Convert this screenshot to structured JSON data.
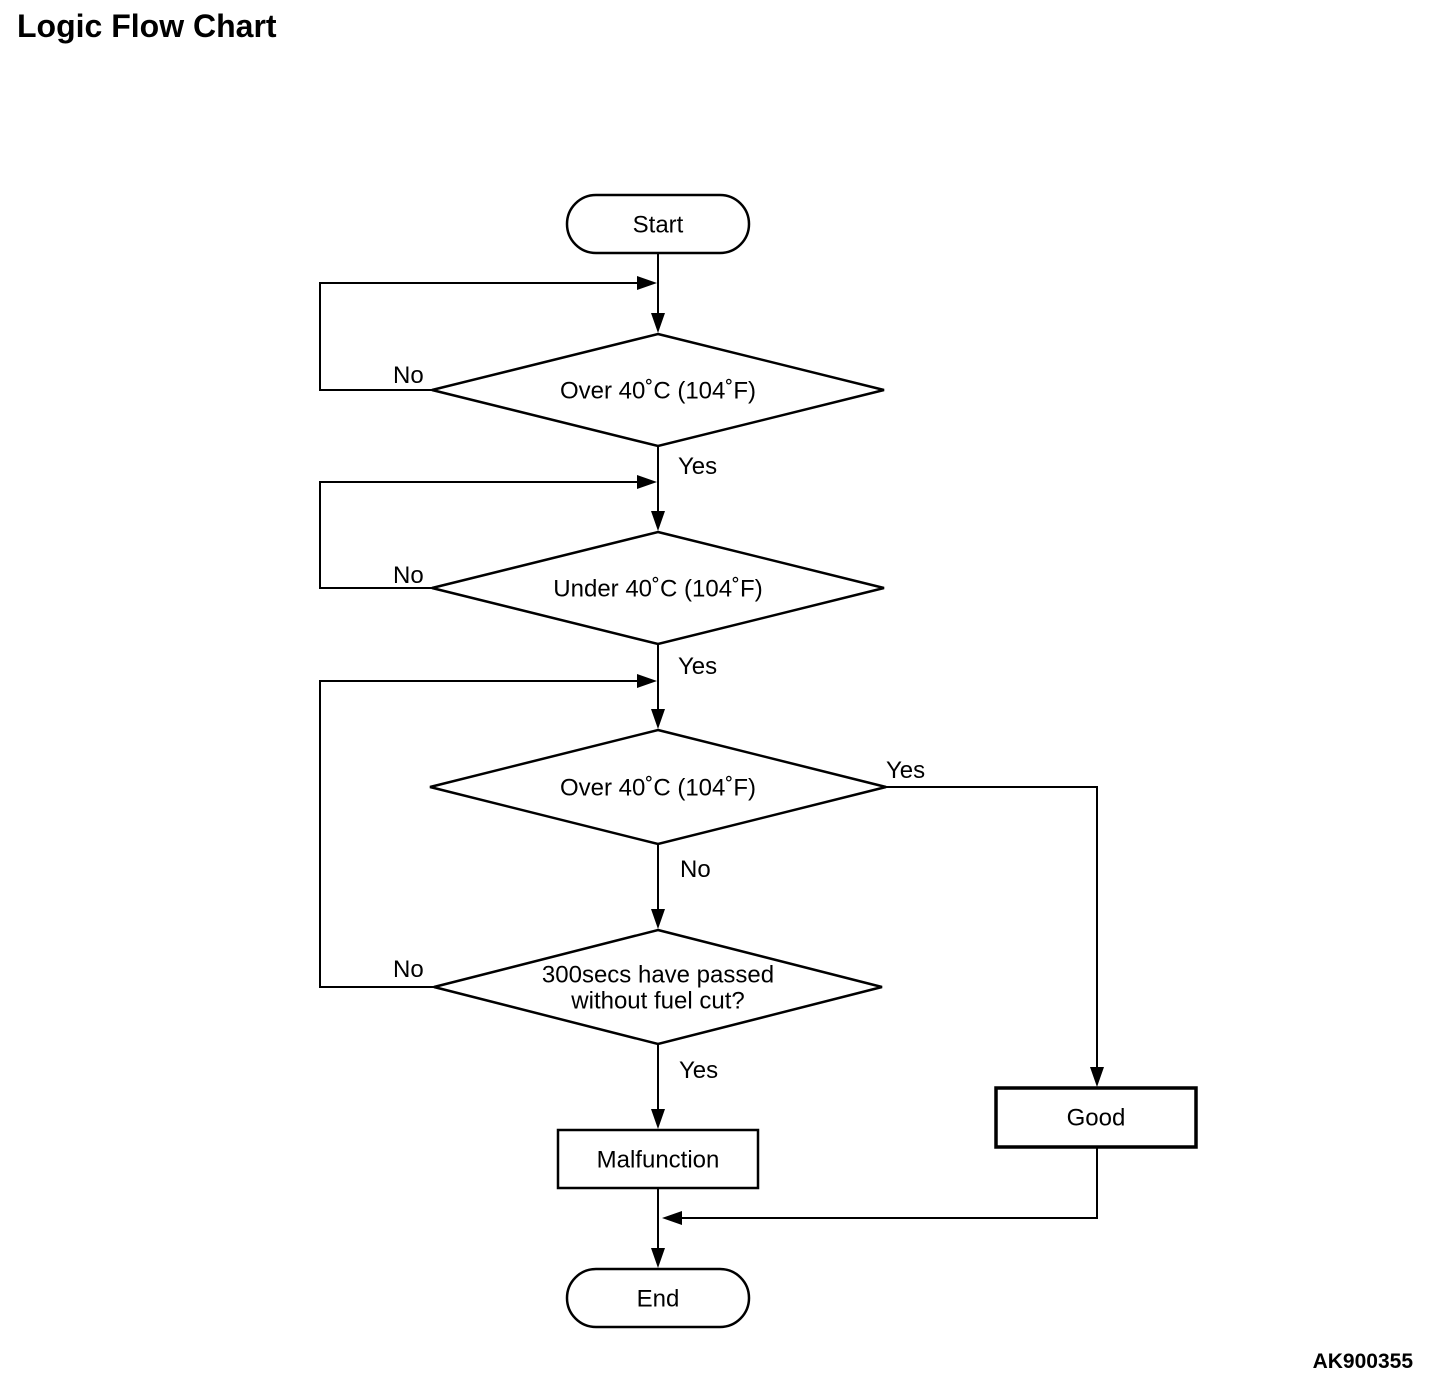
{
  "title": "Logic Flow Chart",
  "figure_code": "AK900355",
  "colors": {
    "ink": "#000000",
    "paper": "#ffffff"
  },
  "nodes": {
    "start": {
      "type": "terminator",
      "label": "Start"
    },
    "d1": {
      "type": "decision",
      "label": "Over 40˚C (104˚F)"
    },
    "d2": {
      "type": "decision",
      "label": "Under 40˚C (104˚F)"
    },
    "d3": {
      "type": "decision",
      "label": "Over 40˚C (104˚F)"
    },
    "d4": {
      "type": "decision",
      "line1": "300secs have passed",
      "line2": "without fuel cut?"
    },
    "malfunction": {
      "type": "process",
      "label": "Malfunction"
    },
    "good": {
      "type": "process",
      "label": "Good"
    },
    "end": {
      "type": "terminator",
      "label": "End"
    }
  },
  "edge_labels": {
    "d1_no": "No",
    "d1_yes": "Yes",
    "d2_no": "No",
    "d2_yes": "Yes",
    "d3_yes": "Yes",
    "d3_no": "No",
    "d4_no": "No",
    "d4_yes": "Yes"
  }
}
